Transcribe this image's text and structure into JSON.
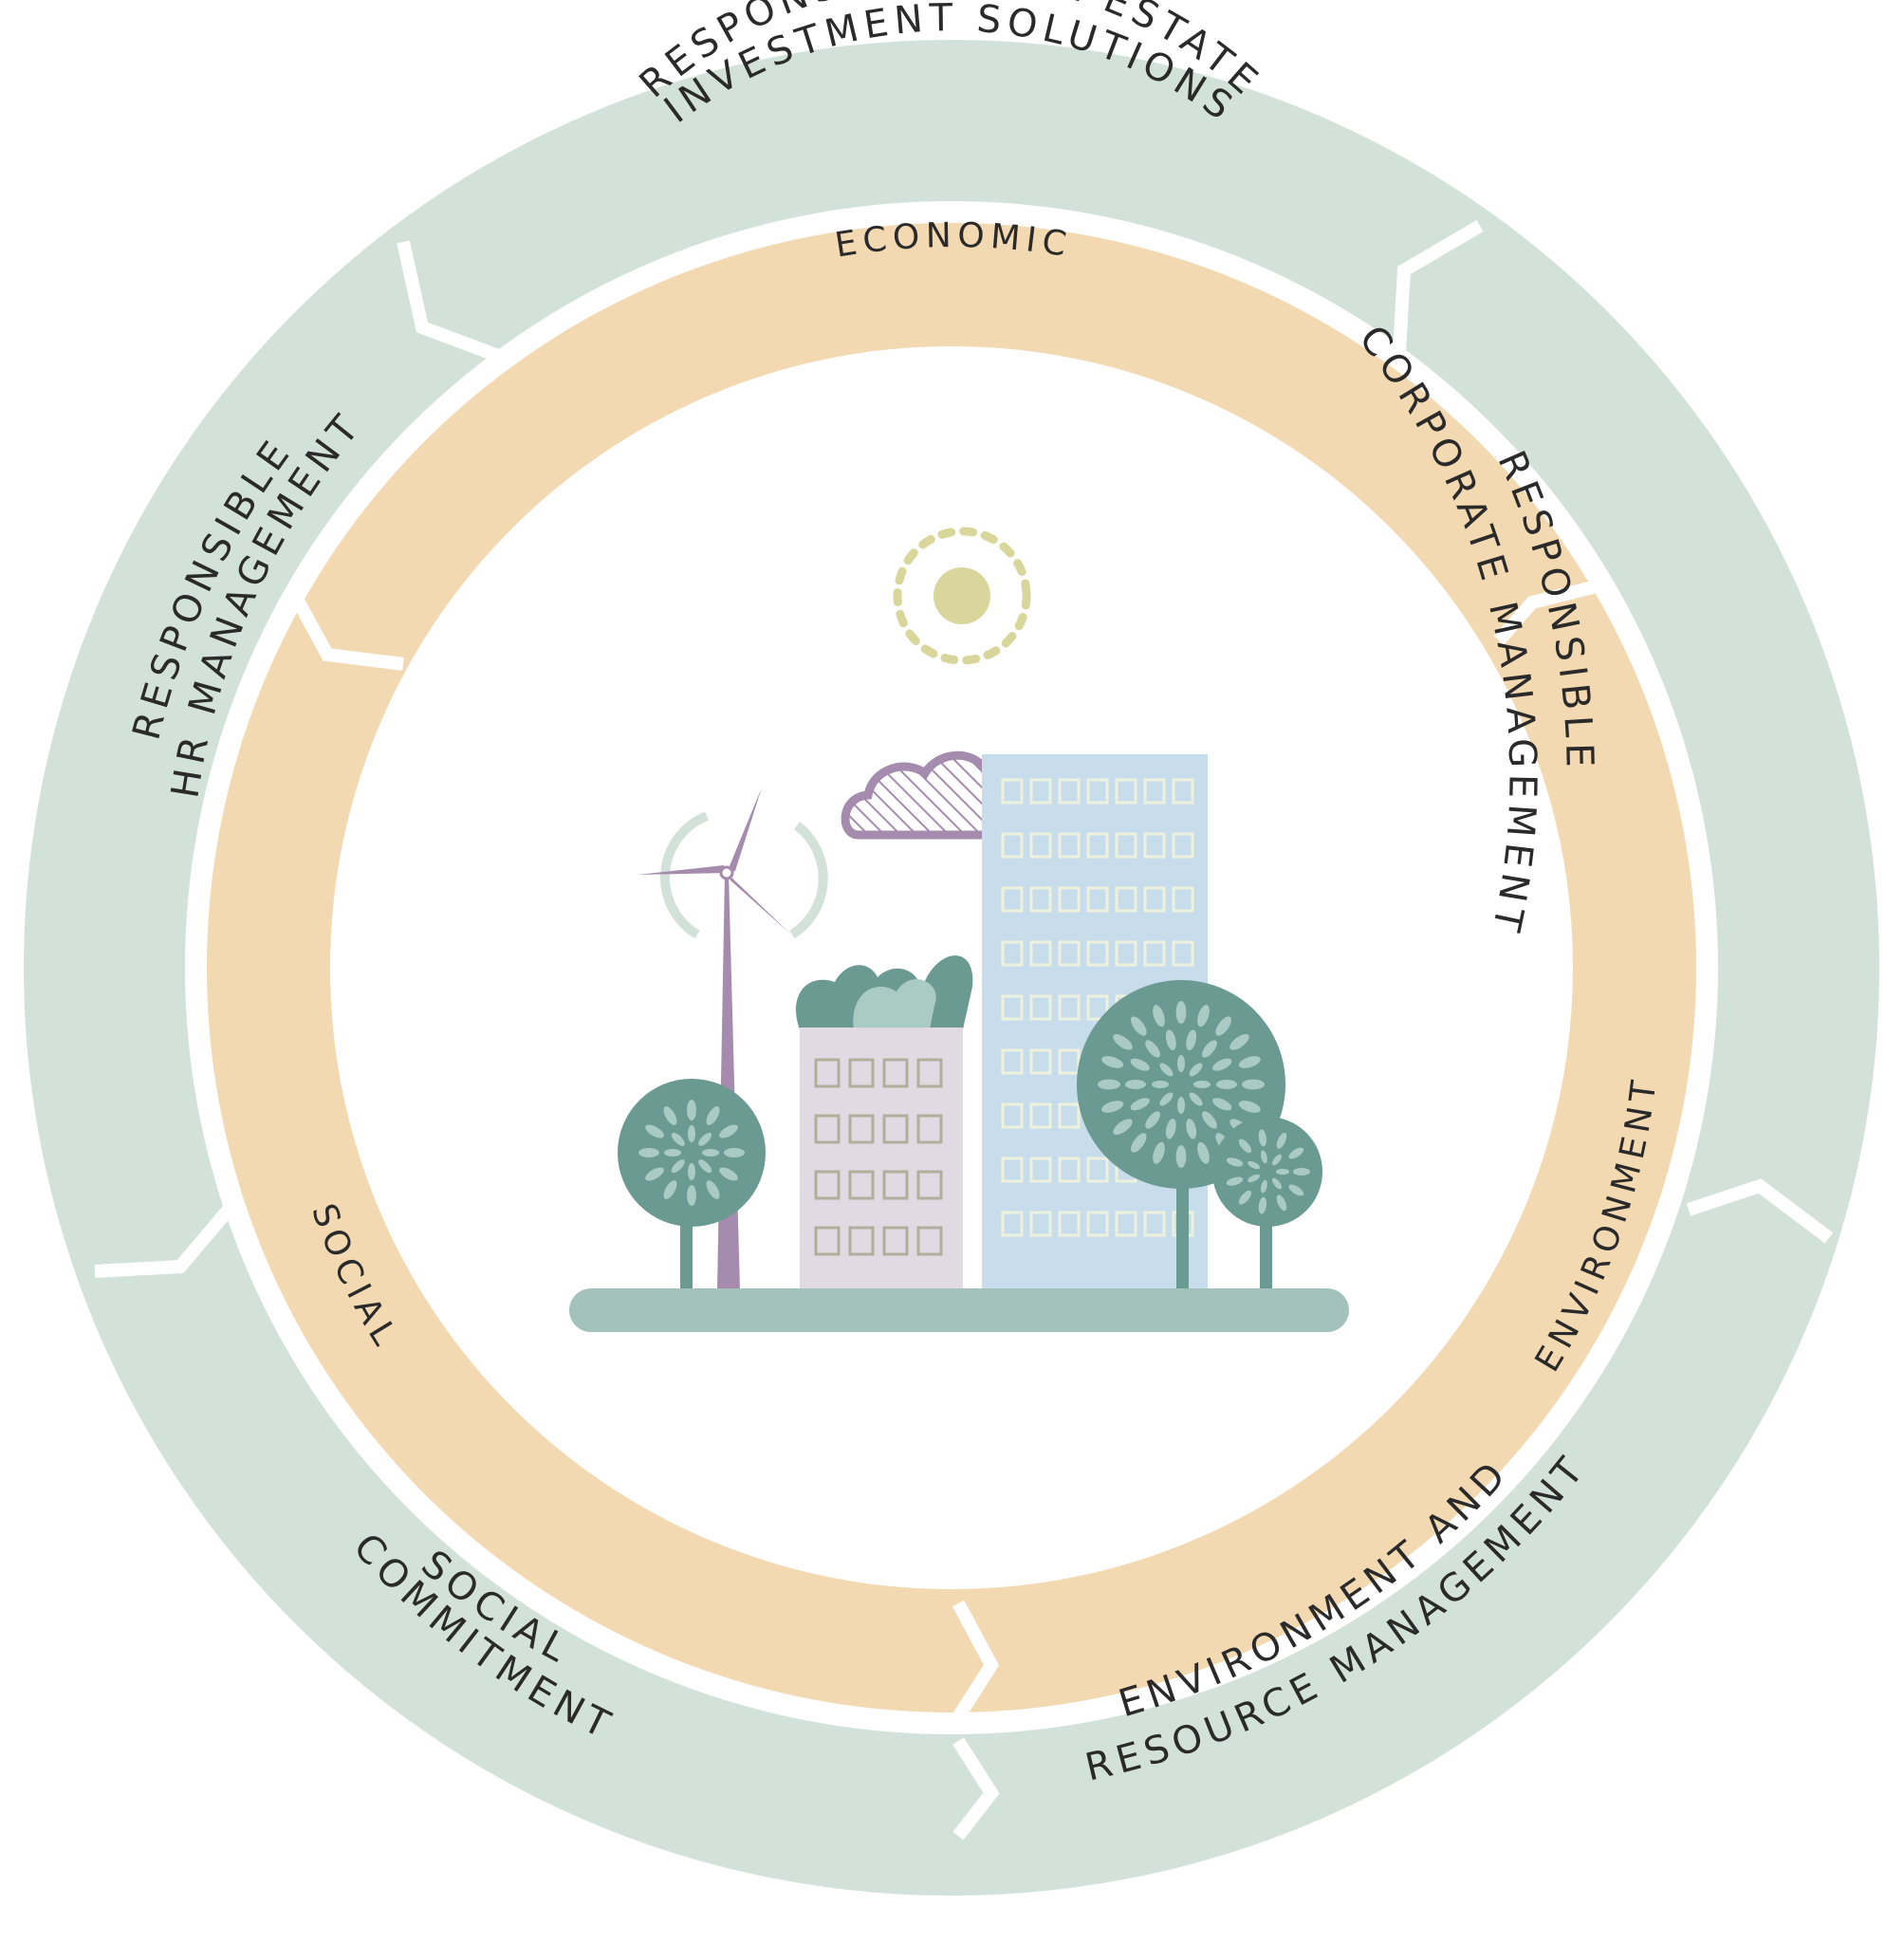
{
  "outer_ring": {
    "top": [
      "RESPONSIBLE REAL ESTATE",
      "INVESTMENT SOLUTIONS"
    ],
    "right": [
      "RESPONSIBLE",
      "CORPORATE MANAGEMENT"
    ],
    "bottom_right": [
      "ENVIRONMENT AND",
      "RESOURCE MANAGEMENT"
    ],
    "bottom_left": [
      "SOCIAL",
      "COMMITMENT"
    ],
    "left": [
      "RESPONSIBLE",
      "HR MANAGEMENT"
    ]
  },
  "inner_ring": {
    "top": "ECONOMIC",
    "right": "ENVIRONMENT",
    "left": "SOCIAL"
  },
  "colors": {
    "outer_ring": "#d2e2da",
    "inner_ring": "#f2d9b1",
    "teal": "#6a9a91",
    "leaf": "#a9cbc4",
    "sun": "#d8d69a",
    "tower": "#c7ddeb",
    "tower_window": "#eef1dc",
    "small_building": "#e1dae3",
    "small_window": "#b3ad9c",
    "purple": "#a58bad",
    "ground": "#a4c2bc"
  }
}
